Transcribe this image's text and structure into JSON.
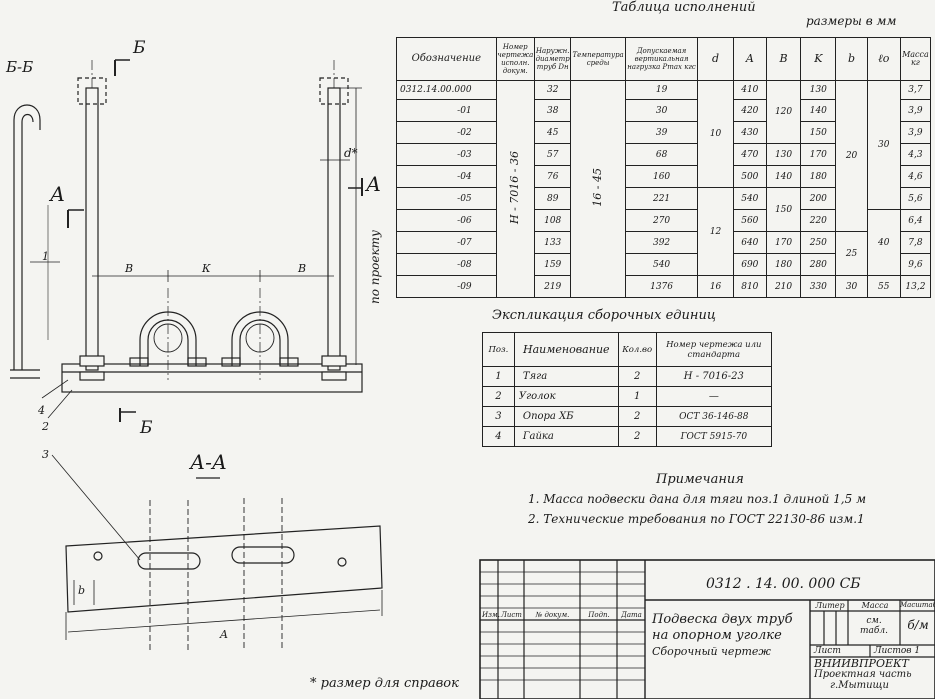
{
  "variants_table": {
    "caption": "Таблица исполнений",
    "units": "размеры в мм",
    "headers": {
      "designation": "Обозначение",
      "drawing_no": "Номер чертежа исполн. докум.",
      "outer_diam": "Наружн. диаметр труб Dн",
      "temp": "Температура среды",
      "load": "Допускаемая вертикальная нагрузка Pmax кгс",
      "d": "d",
      "A": "A",
      "B": "В",
      "K": "K",
      "b": "b",
      "l0": "ℓо",
      "mass": "Масса кг"
    },
    "merged": {
      "drawing_no": "Н - 7016 - 36",
      "temp": "16 - 45",
      "d": [
        "10",
        "12",
        "16"
      ],
      "B": [
        "120",
        "150"
      ],
      "b": [
        "20",
        "25",
        "30"
      ],
      "l0": [
        "30",
        "40",
        "55"
      ]
    },
    "rows": [
      {
        "designation": "0312.14.00.000",
        "dn": "32",
        "load": "19",
        "A": "410",
        "B": "",
        "K": "130",
        "mass": "3,7"
      },
      {
        "designation": "-01",
        "dn": "38",
        "load": "30",
        "A": "420",
        "B": "",
        "K": "140",
        "mass": "3,9"
      },
      {
        "designation": "-02",
        "dn": "45",
        "load": "39",
        "A": "430",
        "B": "",
        "K": "150",
        "mass": "3,9"
      },
      {
        "designation": "-03",
        "dn": "57",
        "load": "68",
        "A": "470",
        "B": "130",
        "K": "170",
        "mass": "4,3"
      },
      {
        "designation": "-04",
        "dn": "76",
        "load": "160",
        "A": "500",
        "B": "140",
        "K": "180",
        "mass": "4,6"
      },
      {
        "designation": "-05",
        "dn": "89",
        "load": "221",
        "A": "540",
        "B": "",
        "K": "200",
        "mass": "5,6"
      },
      {
        "designation": "-06",
        "dn": "108",
        "load": "270",
        "A": "560",
        "B": "",
        "K": "220",
        "mass": "6,4"
      },
      {
        "designation": "-07",
        "dn": "133",
        "load": "392",
        "A": "640",
        "B": "170",
        "K": "250",
        "mass": "7,8"
      },
      {
        "designation": "-08",
        "dn": "159",
        "load": "540",
        "A": "690",
        "B": "180",
        "K": "280",
        "mass": "9,6"
      },
      {
        "designation": "-09",
        "dn": "219",
        "load": "1376",
        "A": "810",
        "B": "210",
        "K": "330",
        "mass": "13,2"
      }
    ]
  },
  "explication": {
    "caption": "Экспликация сборочных единиц",
    "headers": {
      "pos": "Поз.",
      "name": "Наименование",
      "qty": "Кол.во",
      "doc": "Номер чертежа или стандарта"
    },
    "rows": [
      {
        "pos": "1",
        "name": "Тяга",
        "qty": "2",
        "doc": "Н - 7016-23"
      },
      {
        "pos": "2",
        "name": "Уголок",
        "qty": "1",
        "doc": "—"
      },
      {
        "pos": "3",
        "name": "Опора ХБ",
        "qty": "2",
        "doc": "ОСТ 36-146-88"
      },
      {
        "pos": "4",
        "name": "Гайка",
        "qty": "2",
        "doc": "ГОСТ 5915-70"
      }
    ]
  },
  "notes": {
    "title": "Примечания",
    "items": [
      "1. Масса подвески дана для тяги поз.1 длиной 1,5 м",
      "2. Технические требования по ГОСТ 22130-86 изм.1"
    ]
  },
  "title_block": {
    "doc_code": "0312 . 14. 00. 000 СБ",
    "title": [
      "Подвеска двух труб",
      "на опорном уголке",
      "Сборочный чертеж"
    ],
    "col_headers": [
      "Изм.",
      "Лист",
      "№ докум.",
      "Подп.",
      "Дата"
    ],
    "litera": "Литер",
    "massa": "Масса",
    "masshtab": "Масштаб",
    "massa_value": "см. табл.",
    "scale_value": "б/м",
    "sheet": "Лист",
    "sheets": "Листов 1",
    "org": [
      "ВНИИВПРОЕКТ",
      "Проектная часть",
      "г.Мытищи"
    ]
  },
  "drawing": {
    "section_bb_small": "Б-Б",
    "cut_mark": "Б",
    "view_a": "А",
    "section_aa": "А-А",
    "dim_d": "d*",
    "dim_B": "В",
    "dim_K": "К",
    "by_project": "по проекту",
    "dim_b": "b",
    "dim_A": "A",
    "pos": [
      "1",
      "2",
      "3",
      "4"
    ],
    "footnote": "* размер для справок"
  }
}
